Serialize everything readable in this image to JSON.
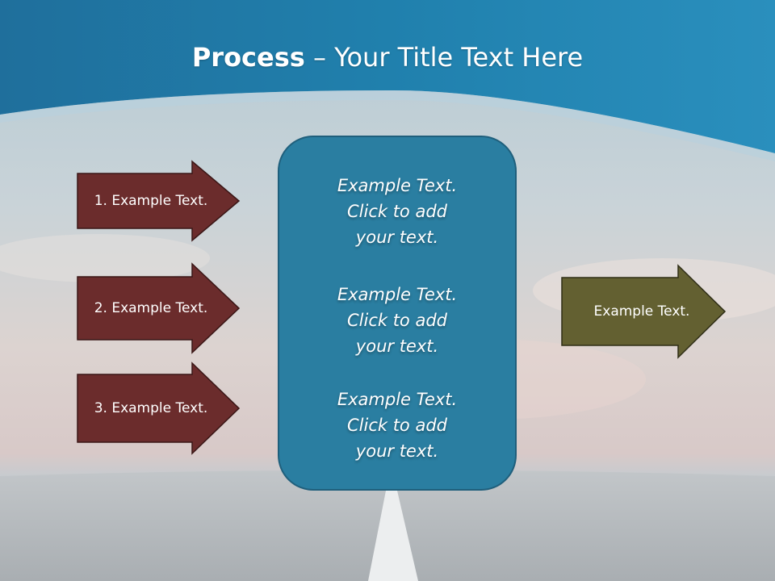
{
  "slide": {
    "title_bold": "Process",
    "title_rest": " – Your Title Text Here"
  },
  "inputs": [
    {
      "label": "1. Example Text."
    },
    {
      "label": "2. Example Text."
    },
    {
      "label": "3. Example Text."
    }
  ],
  "center": {
    "blocks": [
      {
        "line1": "Example Text.",
        "line2": "Click  to add",
        "line3": "your text."
      },
      {
        "line1": "Example Text.",
        "line2": "Click  to add",
        "line3": "your text."
      },
      {
        "line1": "Example Text.",
        "line2": "Click  to add",
        "line3": "your text."
      }
    ]
  },
  "output": {
    "label": "Example Text."
  },
  "colors": {
    "header": "#1f6f9c",
    "input_arrow": "#6b2c2c",
    "center_box": "#2a7ea1",
    "output_arrow": "#636031"
  }
}
